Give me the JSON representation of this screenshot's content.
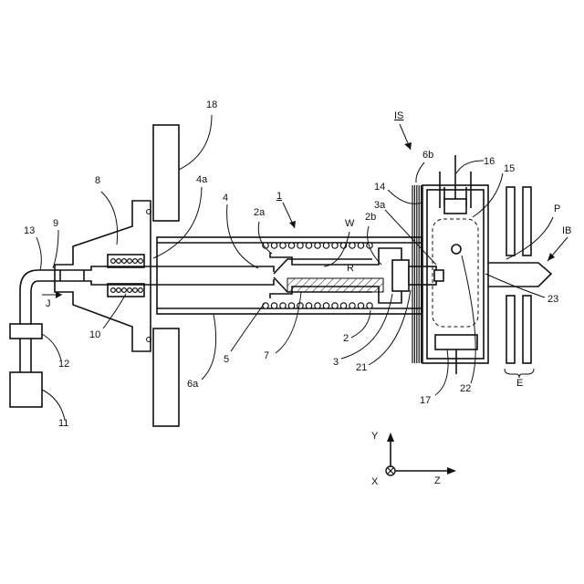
{
  "labels": {
    "l18": "18",
    "l8": "8",
    "l4a": "4a",
    "l4": "4",
    "l1": "1",
    "l2a": "2a",
    "lW": "W",
    "l2b": "2b",
    "l3a": "3a",
    "l14": "14",
    "lIS": "IS",
    "l6b": "6b",
    "l16": "16",
    "l15": "15",
    "lP": "P",
    "lIB": "IB",
    "l13": "13",
    "l9": "9",
    "lJ": "J",
    "l10": "10",
    "l12": "12",
    "l11": "11",
    "l6a": "6a",
    "l5": "5",
    "l7": "7",
    "lR": "R",
    "l2": "2",
    "l3": "3",
    "l21": "21",
    "l17": "17",
    "l22": "22",
    "l23": "23",
    "lE": "E"
  },
  "axes": {
    "y": "Y",
    "x": "X",
    "z": "Z"
  }
}
